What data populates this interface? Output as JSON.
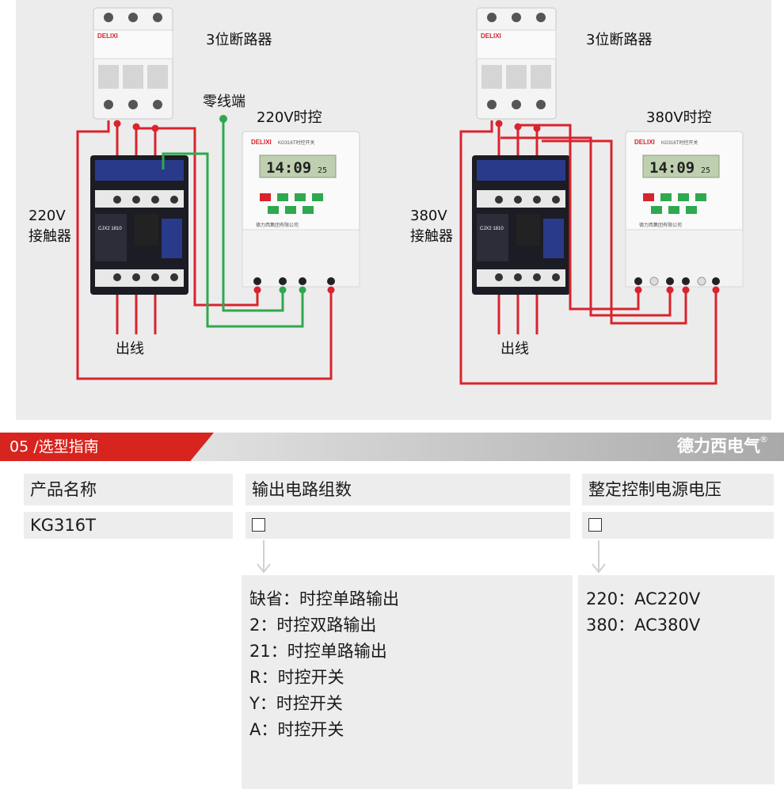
{
  "diagram": {
    "left": {
      "breaker_label": "3位断路器",
      "neutral_label": "零线端",
      "timer_label": "220V时控",
      "contactor_label_1": "220V",
      "contactor_label_2": "接触器",
      "output_label": "出线"
    },
    "right": {
      "breaker_label": "3位断路器",
      "timer_label": "380V时控",
      "contactor_label_1": "380V",
      "contactor_label_2": "接触器",
      "output_label": "出线"
    },
    "device_text": {
      "brand": "DELIXI",
      "timer_model": "KG316T时控开关",
      "timer_time": "14:09",
      "timer_seconds": "25",
      "timer_footer": "德力西集团有限公司",
      "contactor_code": "CJX2 1810"
    },
    "colors": {
      "live_wire": "#d9232d",
      "neutral_wire": "#2fa84f",
      "panel_bg": "#ececec"
    }
  },
  "banner": {
    "title": "05 /选型指南",
    "brand": "德力西电气",
    "brand_mark": "®",
    "colors": {
      "red": "#d7241f",
      "gray": "#b5b5b5"
    }
  },
  "table": {
    "headers": [
      "产品名称",
      "输出电路组数",
      "整定控制电源电压"
    ],
    "product": "KG316T",
    "output_options": [
      "缺省：时控单路输出",
      "2：时控双路输出",
      "21：时控单路输出",
      "R：时控开关",
      "Y：时控开关",
      "A：时控开关"
    ],
    "voltage_options": [
      "220：AC220V",
      "380：AC380V"
    ]
  }
}
